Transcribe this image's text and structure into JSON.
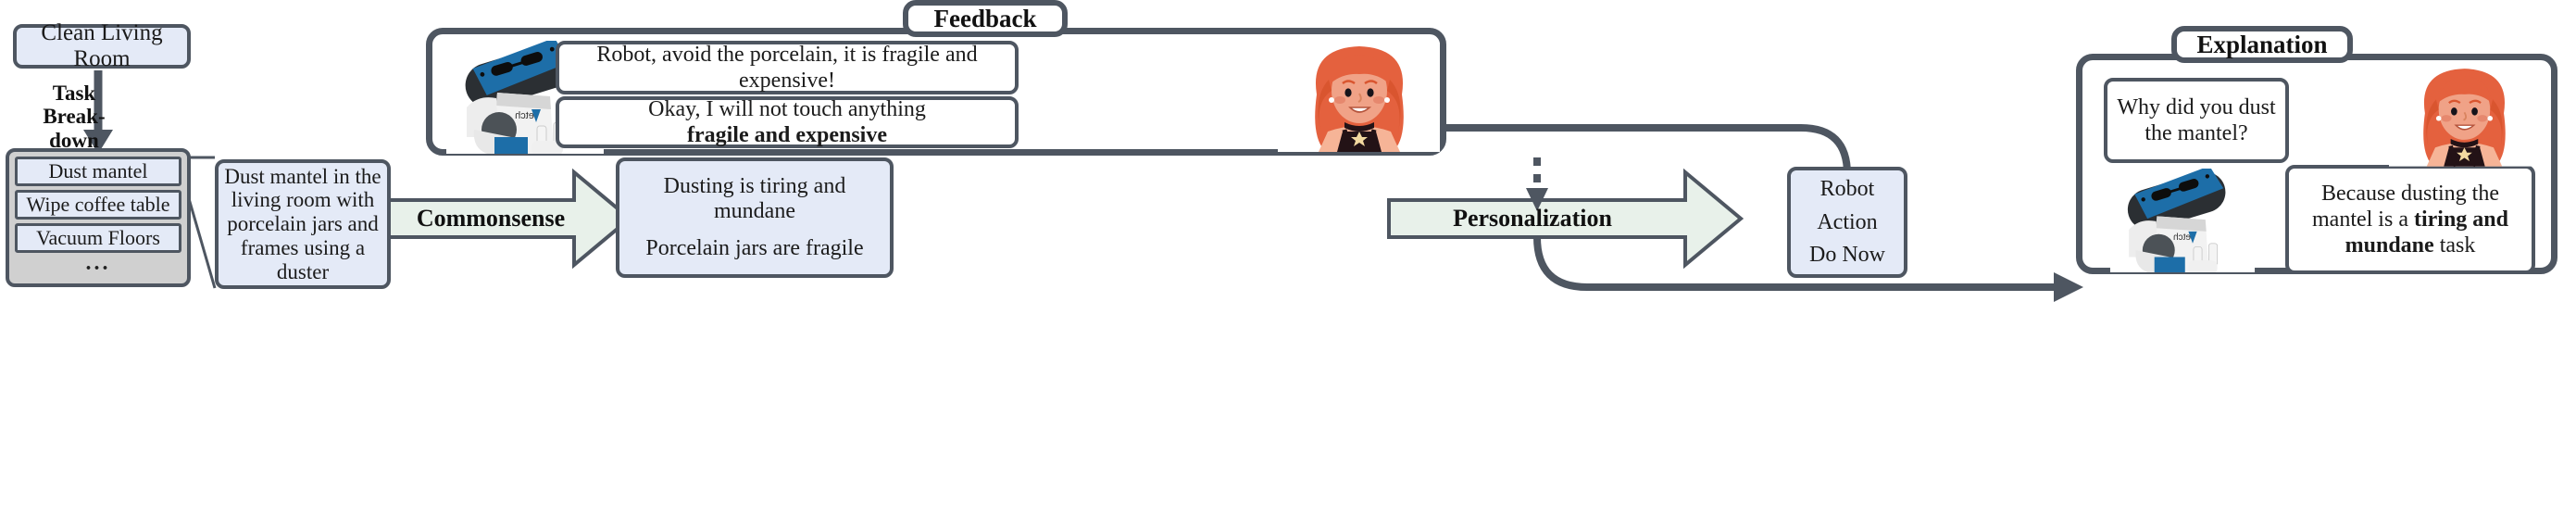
{
  "diagram": {
    "title_tags": {
      "feedback": "Feedback",
      "explanation": "Explanation"
    },
    "left": {
      "root_task": "Clean Living Room",
      "breakdown_label": "Task Break-down",
      "subtasks": [
        "Dust mantel",
        "Wipe coffee table",
        "Vacuum Floors"
      ],
      "more_indicator": "...",
      "task_description": "Dust mantel in the living room with porcelain jars and frames using a duster"
    },
    "feedback": {
      "user_utterance": "Robot, avoid the porcelain, it is fragile and expensive!",
      "robot_reply_plain_prefix": "Okay, I will not touch anything",
      "robot_reply_bold": "fragile and expensive"
    },
    "arrows": {
      "commonsense": "Commonsense",
      "personalization": "Personalization"
    },
    "knowledge": {
      "line1": "Dusting is tiring and mundane",
      "line2": "Porcelain jars are fragile"
    },
    "action": {
      "line1": "Robot",
      "line2": "Action",
      "line3": "Do Now"
    },
    "explanation": {
      "user_question": "Why did you dust the mantel?",
      "robot_answer_prefix": "Because dusting the mantel is a",
      "robot_answer_bold1": "tiring and",
      "robot_answer_bold2": "mundane",
      "robot_answer_suffix": "task"
    },
    "colors": {
      "box_fill": "#e4eaf7",
      "outline": "#4e5661",
      "arrow_fill": "#e8f1ea",
      "subtask_panel_fill": "#d0d0d0",
      "robot_blue": "#1d6ea8",
      "hair_orange": "#e4613e"
    }
  }
}
